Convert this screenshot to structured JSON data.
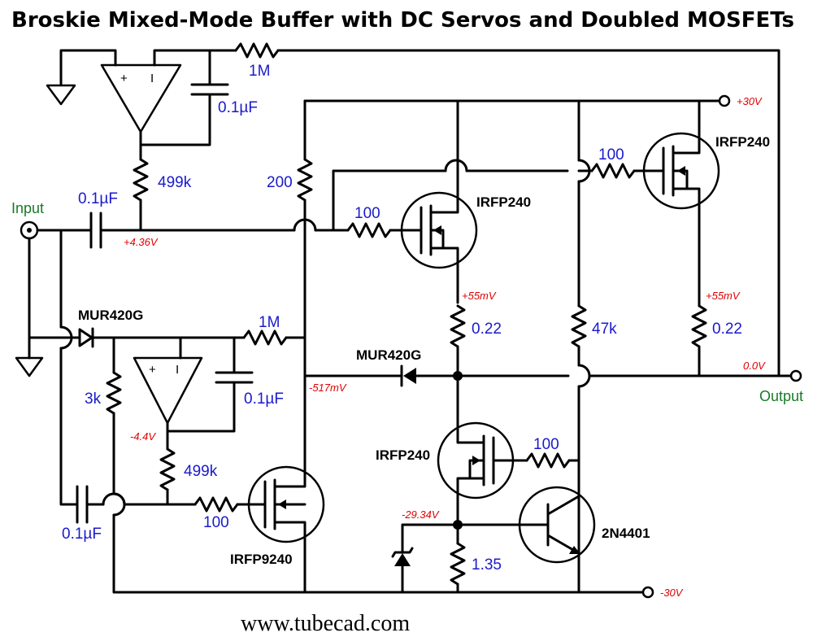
{
  "title": "Broskie Mixed-Mode Buffer with DC Servos and Doubled MOSFETs",
  "website": "www.tubecad.com",
  "terminals": {
    "input": "Input",
    "output": "Output",
    "pos_supply": "+30V",
    "neg_supply": "-30V"
  },
  "op_amp_signs": {
    "noninv": "+",
    "inv": "I"
  },
  "components": {
    "top_servo": {
      "feedback_resistor": "1M",
      "cap": "0.1µF",
      "resistor": "499k"
    },
    "input_cap": "0.1µF",
    "upper_gate": {
      "bias_resistor": "200",
      "gate_resistor": "100",
      "mosfet": "IRFP240",
      "source_resistor": "0.22"
    },
    "right_output": {
      "gate_resistor": "100",
      "mosfet": "IRFP240",
      "source_resistor": "0.22"
    },
    "mid_resistor": "47k",
    "bottom_servo": {
      "diode": "MUR420G",
      "resistor_3k": "3k",
      "feedback_resistor": "1M",
      "cap": "0.1µF",
      "resistor": "499k"
    },
    "lower_cap": "0.1µF",
    "p_mosfet": {
      "gate_resistor": "100",
      "mosfet": "IRFP9240"
    },
    "center_diode": "MUR420G",
    "current_source": {
      "mosfet": "IRFP240",
      "gate_resistor": "100",
      "bjt": "2N4401",
      "sense_resistor": "1.35"
    }
  },
  "voltages": {
    "input_node": "+4.36V",
    "upper_source": "+55mV",
    "right_source": "+55mV",
    "output": "0.0V",
    "diode_node": "-517mV",
    "lower_servo_out": "-4.4V",
    "sense_node": "-29.34V"
  }
}
